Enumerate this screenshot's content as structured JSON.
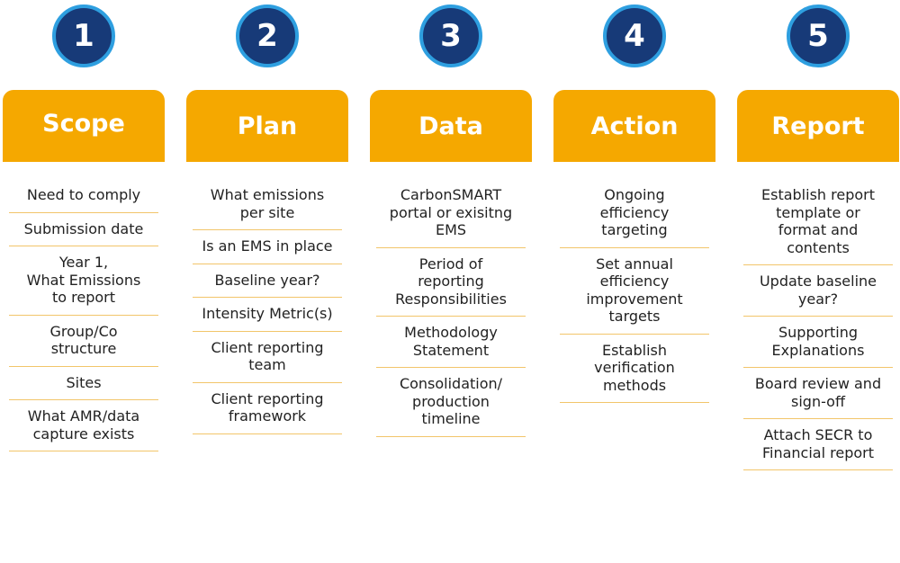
{
  "steps": [
    {
      "number": "1",
      "title": "Scope",
      "items": [
        "Need to comply",
        "Submission date",
        "Year 1,\nWhat Emissions\nto report",
        "Group/Co\nstructure",
        "Sites",
        "What AMR/data\ncapture exists"
      ]
    },
    {
      "number": "2",
      "title": "Plan",
      "items": [
        "What emissions\nper site",
        "Is an EMS in place",
        "Baseline year?",
        "Intensity Metric(s)",
        "Client reporting\nteam",
        "Client reporting\nframework"
      ]
    },
    {
      "number": "3",
      "title": "Data",
      "items": [
        "CarbonSMART\nportal or exisitng\nEMS",
        "Period of\nreporting\nResponsibilities",
        "Methodology\nStatement",
        "Consolidation/\nproduction\ntimeline"
      ]
    },
    {
      "number": "4",
      "title": "Action",
      "items": [
        "Ongoing\nefficiency\ntargeting",
        "Set annual\nefficiency\nimprovement\ntargets",
        "Establish\nverification\nmethods"
      ]
    },
    {
      "number": "5",
      "title": "Report",
      "items": [
        "Establish report\ntemplate or\nformat and\ncontents",
        "Update baseline\nyear?",
        "Supporting\nExplanations",
        "Board review and\nsign-off",
        "Attach SECR to\nFinancial report"
      ]
    }
  ]
}
